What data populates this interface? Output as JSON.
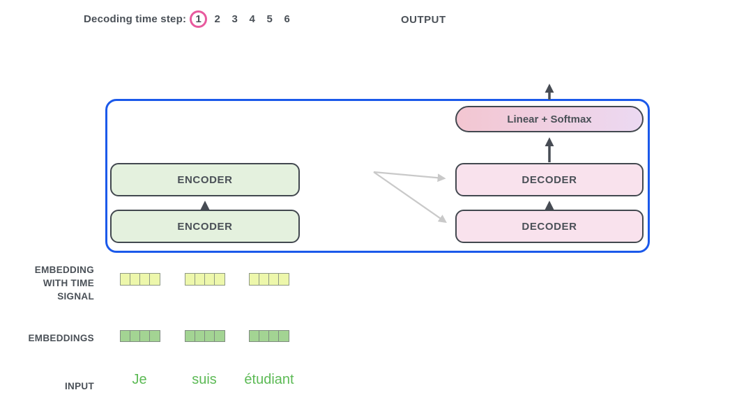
{
  "header": {
    "decoding_label": "Decoding time step:",
    "steps": [
      "1",
      "2",
      "3",
      "4",
      "5",
      "6"
    ],
    "active_step": "1",
    "output_label": "OUTPUT"
  },
  "diagram": {
    "linear_softmax_label": "Linear + Softmax",
    "encoder_stack": [
      {
        "label": "ENCODER"
      },
      {
        "label": "ENCODER"
      }
    ],
    "decoder_stack": [
      {
        "label": "DECODER"
      },
      {
        "label": "DECODER"
      }
    ]
  },
  "rows": {
    "time_signal_label_lines": [
      "EMBEDDING",
      "WITH TIME",
      "SIGNAL"
    ],
    "embeddings_label": "EMBEDDINGS",
    "input_label": "INPUT",
    "input_words": [
      "Je",
      "suis",
      "étudiant"
    ],
    "cells_per_embedding": 4,
    "embedding_groups": 3
  },
  "colors": {
    "container_border_blue": "#1b59ea",
    "active_step_circle_pink": "#e85a9e",
    "encoder_fill_green": "#e4f1de",
    "decoder_fill_pink": "#f9e2ed",
    "linear_softmax_gradient": [
      "#f3c6d1",
      "#ecd9f2"
    ],
    "block_border_gray": "#42484f",
    "time_signal_cell_fill": "#edf7ab",
    "embedding_cell_fill": "#a3d493",
    "input_word_green": "#5cba55",
    "text_dark": "#4a5057",
    "faded_arrow_gray": "#c9c9c9"
  }
}
